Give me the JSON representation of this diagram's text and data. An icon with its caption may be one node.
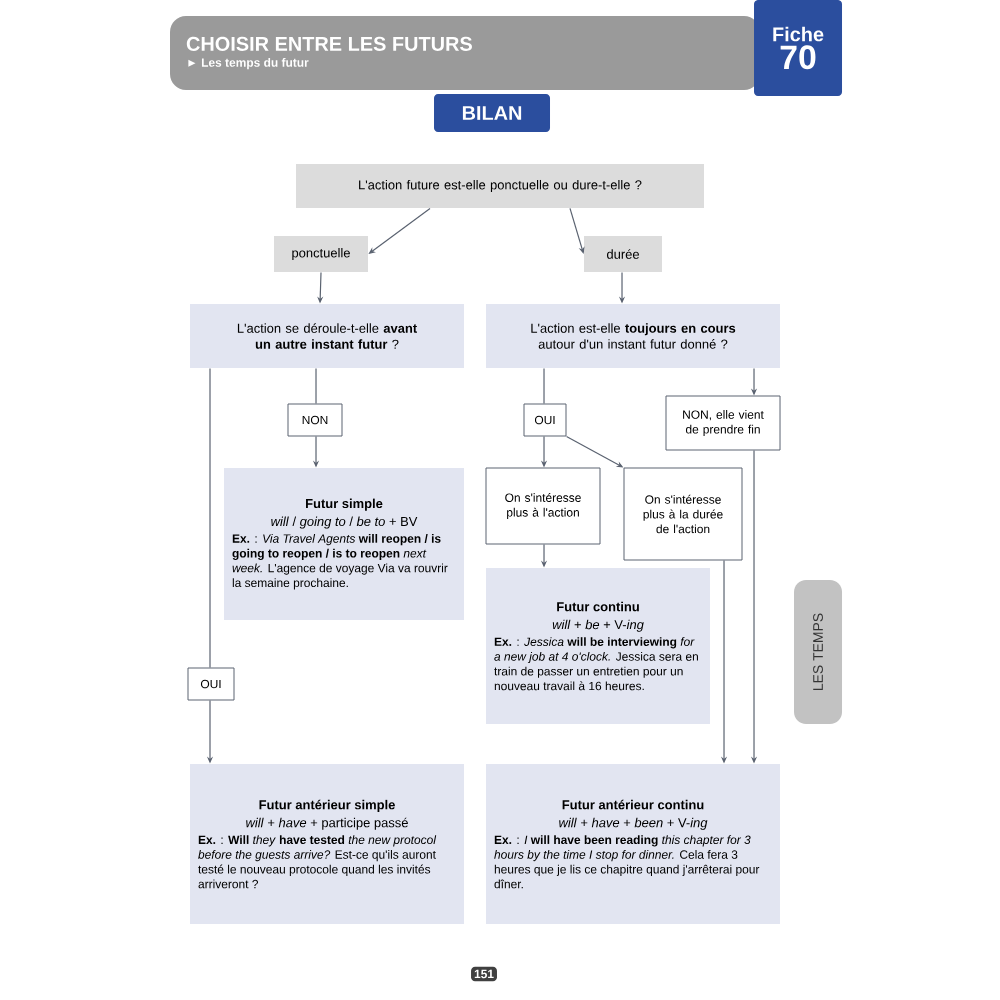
{
  "diagram": {
    "nodes": [
      {
        "text": [
          "CHOISIR ENTRE LES FUTURS",
          "► Les temps du futur"
        ]
      },
      {
        "text": [
          "Fiche",
          "70"
        ]
      },
      {
        "text": [
          "BILAN"
        ]
      },
      {
        "text": [
          "L'action future est-elle ponctuelle ou dure-t-elle ?"
        ]
      },
      {
        "text": [
          "ponctuelle"
        ]
      },
      {
        "text": [
          "durée"
        ]
      },
      {
        "text": [
          "L'action se déroule-t-elle **avant un autre instant futur** ?"
        ]
      },
      {
        "text": [
          "NON"
        ]
      },
      {
        "text": [
          "Futur simple",
          "*will* / *going to* / *be to* + BV",
          "**Ex.** : *Via Travel Agents* **will reopen / is going to reopen / is to reopen** *next week.* L'agence de voyage Via va rouvrir la semaine prochaine."
        ]
      },
      {
        "text": [
          "OUI"
        ]
      },
      {
        "text": [
          "Futur antérieur simple",
          "*will* + *have* + participe passé",
          "**Ex.** : **Will** *they* **have tested** *the new protocol before the guests arrive?* Est-ce qu'ils auront testé le nouveau protocole quand les invités arriveront ?"
        ]
      },
      {
        "text": [
          "L'action est-elle **toujours en cours** autour d'un instant futur donné ?"
        ]
      },
      {
        "text": [
          "OUI"
        ]
      },
      {
        "text": [
          "NON, elle vient de prendre fin"
        ]
      },
      {
        "text": [
          "On s'intéresse plus à l'action"
        ]
      },
      {
        "text": [
          "On s'intéresse plus à la durée de l'action"
        ]
      },
      {
        "text": [
          "Futur continu",
          "*will* + *be* + V-*ing*",
          "**Ex.** : *Jessica* **will be interviewing** *for a new job at 4 o'clock.* Jessica sera en train de passer un entretien pour un nouveau travail à 16 heures."
        ]
      },
      {
        "text": [
          "Futur antérieur continu",
          "*will* + *have* + *been* + V-*ing*",
          "**Ex.** : *I* **will have been reading** *this chapter for 3 hours by the time I stop for dinner.* Cela fera 3 heures que je lis ce chapitre quand j'arrêterai pour dîner."
        ]
      },
      {
        "text": [
          "LES TEMPS"
        ]
      }
    ],
    "edges": [
      {
        "from": 3,
        "to": 4,
        "arrow": "to"
      },
      {
        "from": 3,
        "to": 5,
        "arrow": "to"
      },
      {
        "from": 4,
        "to": 6,
        "arrow": "to"
      },
      {
        "from": 6,
        "to": 7,
        "arrow": "none"
      },
      {
        "from": 7,
        "to": 8,
        "arrow": "to"
      },
      {
        "from": 6,
        "to": 9,
        "arrow": "none"
      },
      {
        "from": 9,
        "to": 10,
        "arrow": "to"
      },
      {
        "from": 5,
        "to": 11,
        "arrow": "to"
      },
      {
        "from": 11,
        "to": 12,
        "arrow": "none"
      },
      {
        "from": 11,
        "to": 13,
        "arrow": "to"
      },
      {
        "from": 12,
        "to": 14,
        "arrow": "to"
      },
      {
        "from": 12,
        "to": 15,
        "arrow": "to"
      },
      {
        "from": 14,
        "to": 16,
        "arrow": "to"
      },
      {
        "from": 15,
        "to": 17,
        "arrow": "to"
      },
      {
        "from": 13,
        "to": 17,
        "arrow": "to"
      }
    ],
    "labels": [
      "151"
    ]
  }
}
